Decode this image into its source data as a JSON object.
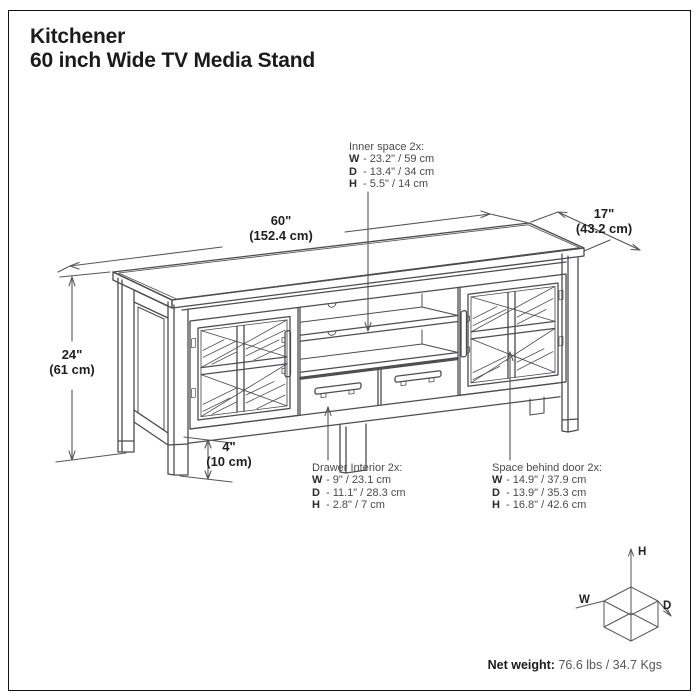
{
  "title": {
    "line1": "Kitchener",
    "line2": "60 inch Wide TV Media Stand"
  },
  "dimensions": {
    "width": {
      "inches": "60\"",
      "metric": "(152.4 cm)"
    },
    "depth": {
      "inches": "17\"",
      "metric": "(43.2 cm)"
    },
    "height": {
      "inches": "24\"",
      "metric": "(61 cm)"
    },
    "leg_clearance": {
      "inches": "4\"",
      "metric": "(10 cm)"
    }
  },
  "annotations": {
    "inner_space": {
      "heading": "Inner space 2x:",
      "rows": [
        {
          "k": "W",
          "v": "- 23.2\" / 59 cm"
        },
        {
          "k": "D",
          "v": "- 13.4\" / 34 cm"
        },
        {
          "k": "H",
          "v": "- 5.5\" / 14 cm"
        }
      ]
    },
    "drawer_interior": {
      "heading": "Drawer Interior 2x:",
      "rows": [
        {
          "k": "W",
          "v": "- 9\" / 23.1 cm"
        },
        {
          "k": "D",
          "v": "- 11.1\" / 28.3 cm"
        },
        {
          "k": "H",
          "v": "- 2.8\" / 7 cm"
        }
      ]
    },
    "space_behind_door": {
      "heading": "Space behind door 2x:",
      "rows": [
        {
          "k": "W",
          "v": "- 14.9\" / 37.9 cm"
        },
        {
          "k": "D",
          "v": "- 13.9\" / 35.3 cm"
        },
        {
          "k": "H",
          "v": "- 16.8\" / 42.6 cm"
        }
      ]
    }
  },
  "net_weight": {
    "label": "Net weight:",
    "value": "76.6 lbs / 34.7 Kgs"
  },
  "axis_cube": {
    "h": "H",
    "w": "W",
    "d": "D"
  },
  "colors": {
    "line": "#4b4c4f",
    "text": "#4a4a4c",
    "heading": "#1b1b1d",
    "frame": "#111111",
    "background": "#ffffff"
  }
}
